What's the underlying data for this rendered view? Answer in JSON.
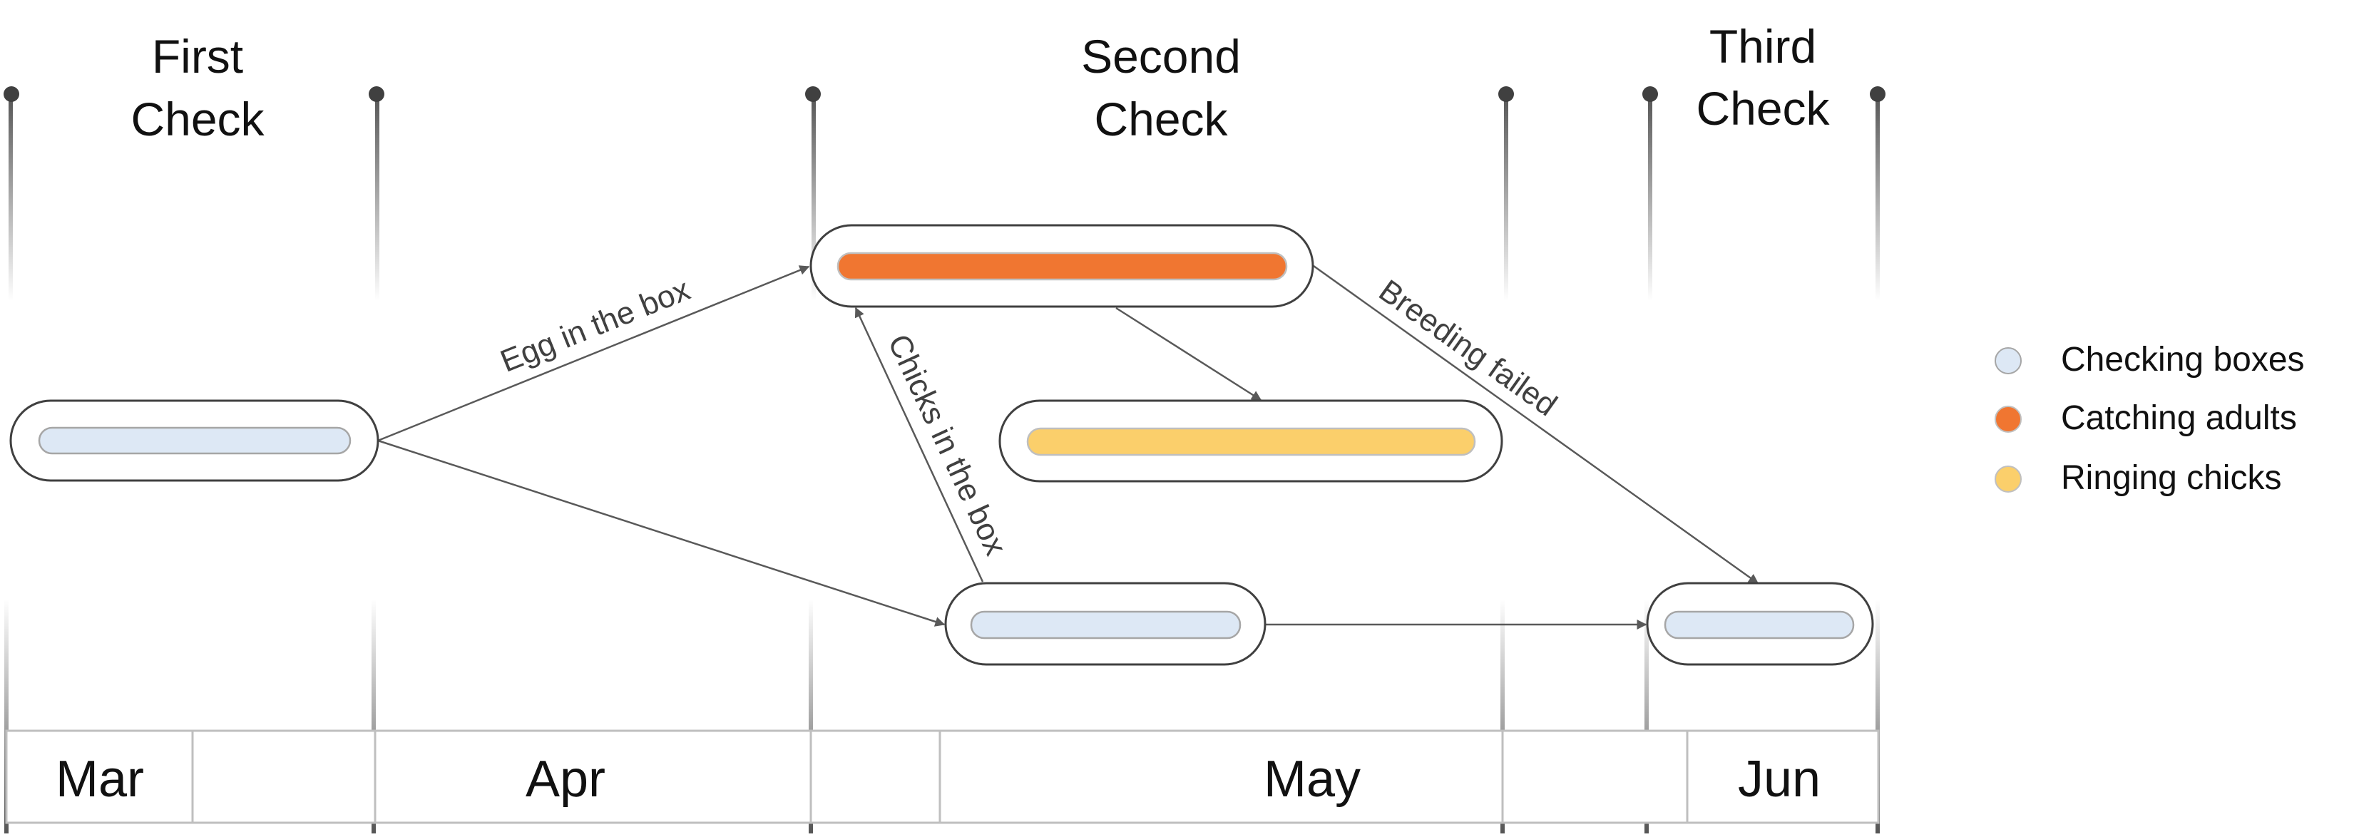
{
  "checks": [
    {
      "line1": "First",
      "line2": "Check"
    },
    {
      "line1": "Second",
      "line2": "Check"
    },
    {
      "line1": "Third",
      "line2": "Check"
    }
  ],
  "months": [
    "Mar",
    "Apr",
    "May",
    "Jun"
  ],
  "arrow_labels": {
    "egg": "Egg in the box",
    "chicks": "Chicks in the box",
    "failed": "Breeding failed"
  },
  "legend": [
    {
      "label": "Checking boxes",
      "color": "#dde8f5"
    },
    {
      "label": "Catching adults",
      "color": "#f07631"
    },
    {
      "label": "Ringing chicks",
      "color": "#fbcf6b"
    }
  ],
  "colors": {
    "checking": "#dde8f5",
    "catching": "#f07631",
    "ringing": "#fbcf6b",
    "line": "#595959"
  }
}
